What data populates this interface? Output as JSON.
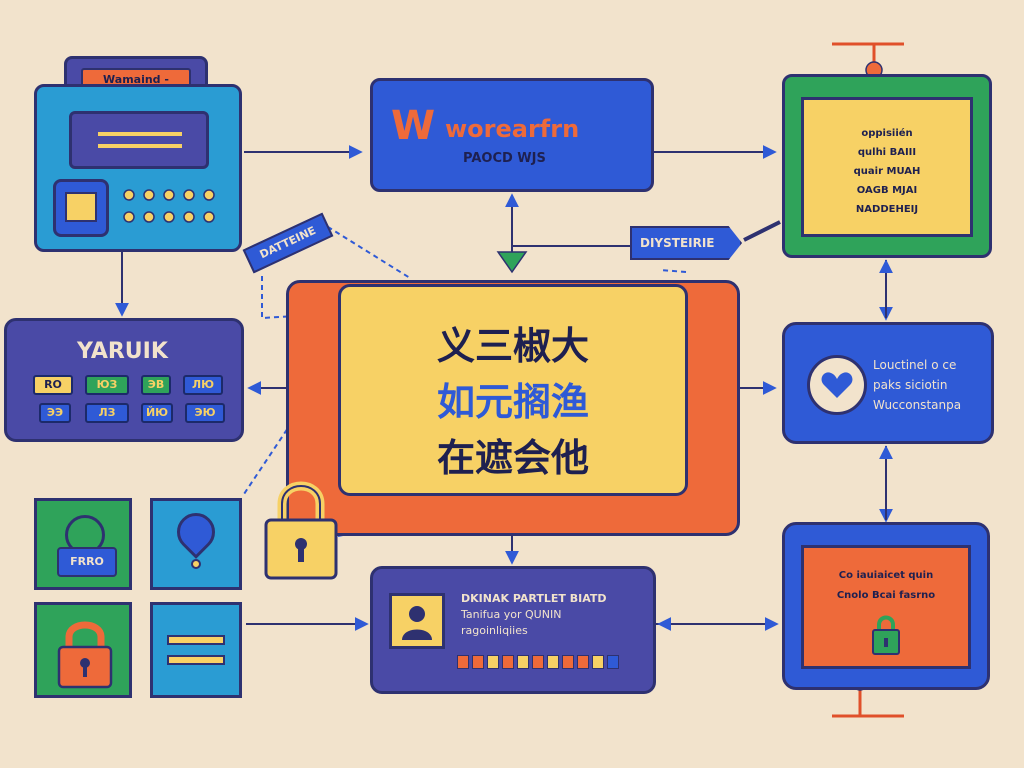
{
  "colors": {
    "background": "#f2e3cc",
    "navy": "#2e3170",
    "blue": "#2f5ad6",
    "teal": "#2a9cd3",
    "orange": "#ee6a3a",
    "yellow": "#f7d165",
    "green": "#2fa35a",
    "purple": "#4a4aa6"
  },
  "top_left": {
    "tab_label": "Wamaind -"
  },
  "wordmark": {
    "logo_letter": "W",
    "title": "worearfrn",
    "subtitle": "PAOCD WJS"
  },
  "tags": {
    "left_tag": "DATTEINE",
    "right_tag": "DIYSTEIRIE"
  },
  "top_right_card": {
    "lines": [
      "oppisiién",
      "qulhi BAIII",
      "quair MUAH",
      "OAGB MJAI",
      "NADDEHEIJ"
    ]
  },
  "left_panel": {
    "title": "YARUIK",
    "chips": [
      "RO",
      "ЮЗ",
      "ЭВ",
      "ЛЮ",
      "ЭЭ",
      "ЛЗ",
      "ЙЮ",
      "ЭЮ"
    ]
  },
  "center": {
    "line1": "义三椒大",
    "line2": "如元搁渔",
    "line3": "在遮会他"
  },
  "right_mid": {
    "lines": [
      "Louctinel o ce",
      "paks siciotin",
      "Wucconstanpa"
    ]
  },
  "bottom_left": {
    "tile_label": "FRRO"
  },
  "bottom_center": {
    "lines": [
      "DKINAK PARTLET BIATD",
      "Tanifua yor QUNIN",
      "ragoinliqiies"
    ],
    "progress_cells": 11
  },
  "bottom_right": {
    "lines": [
      "Co iauiaicet quin",
      "Cnolo Bcai fasrno"
    ]
  }
}
